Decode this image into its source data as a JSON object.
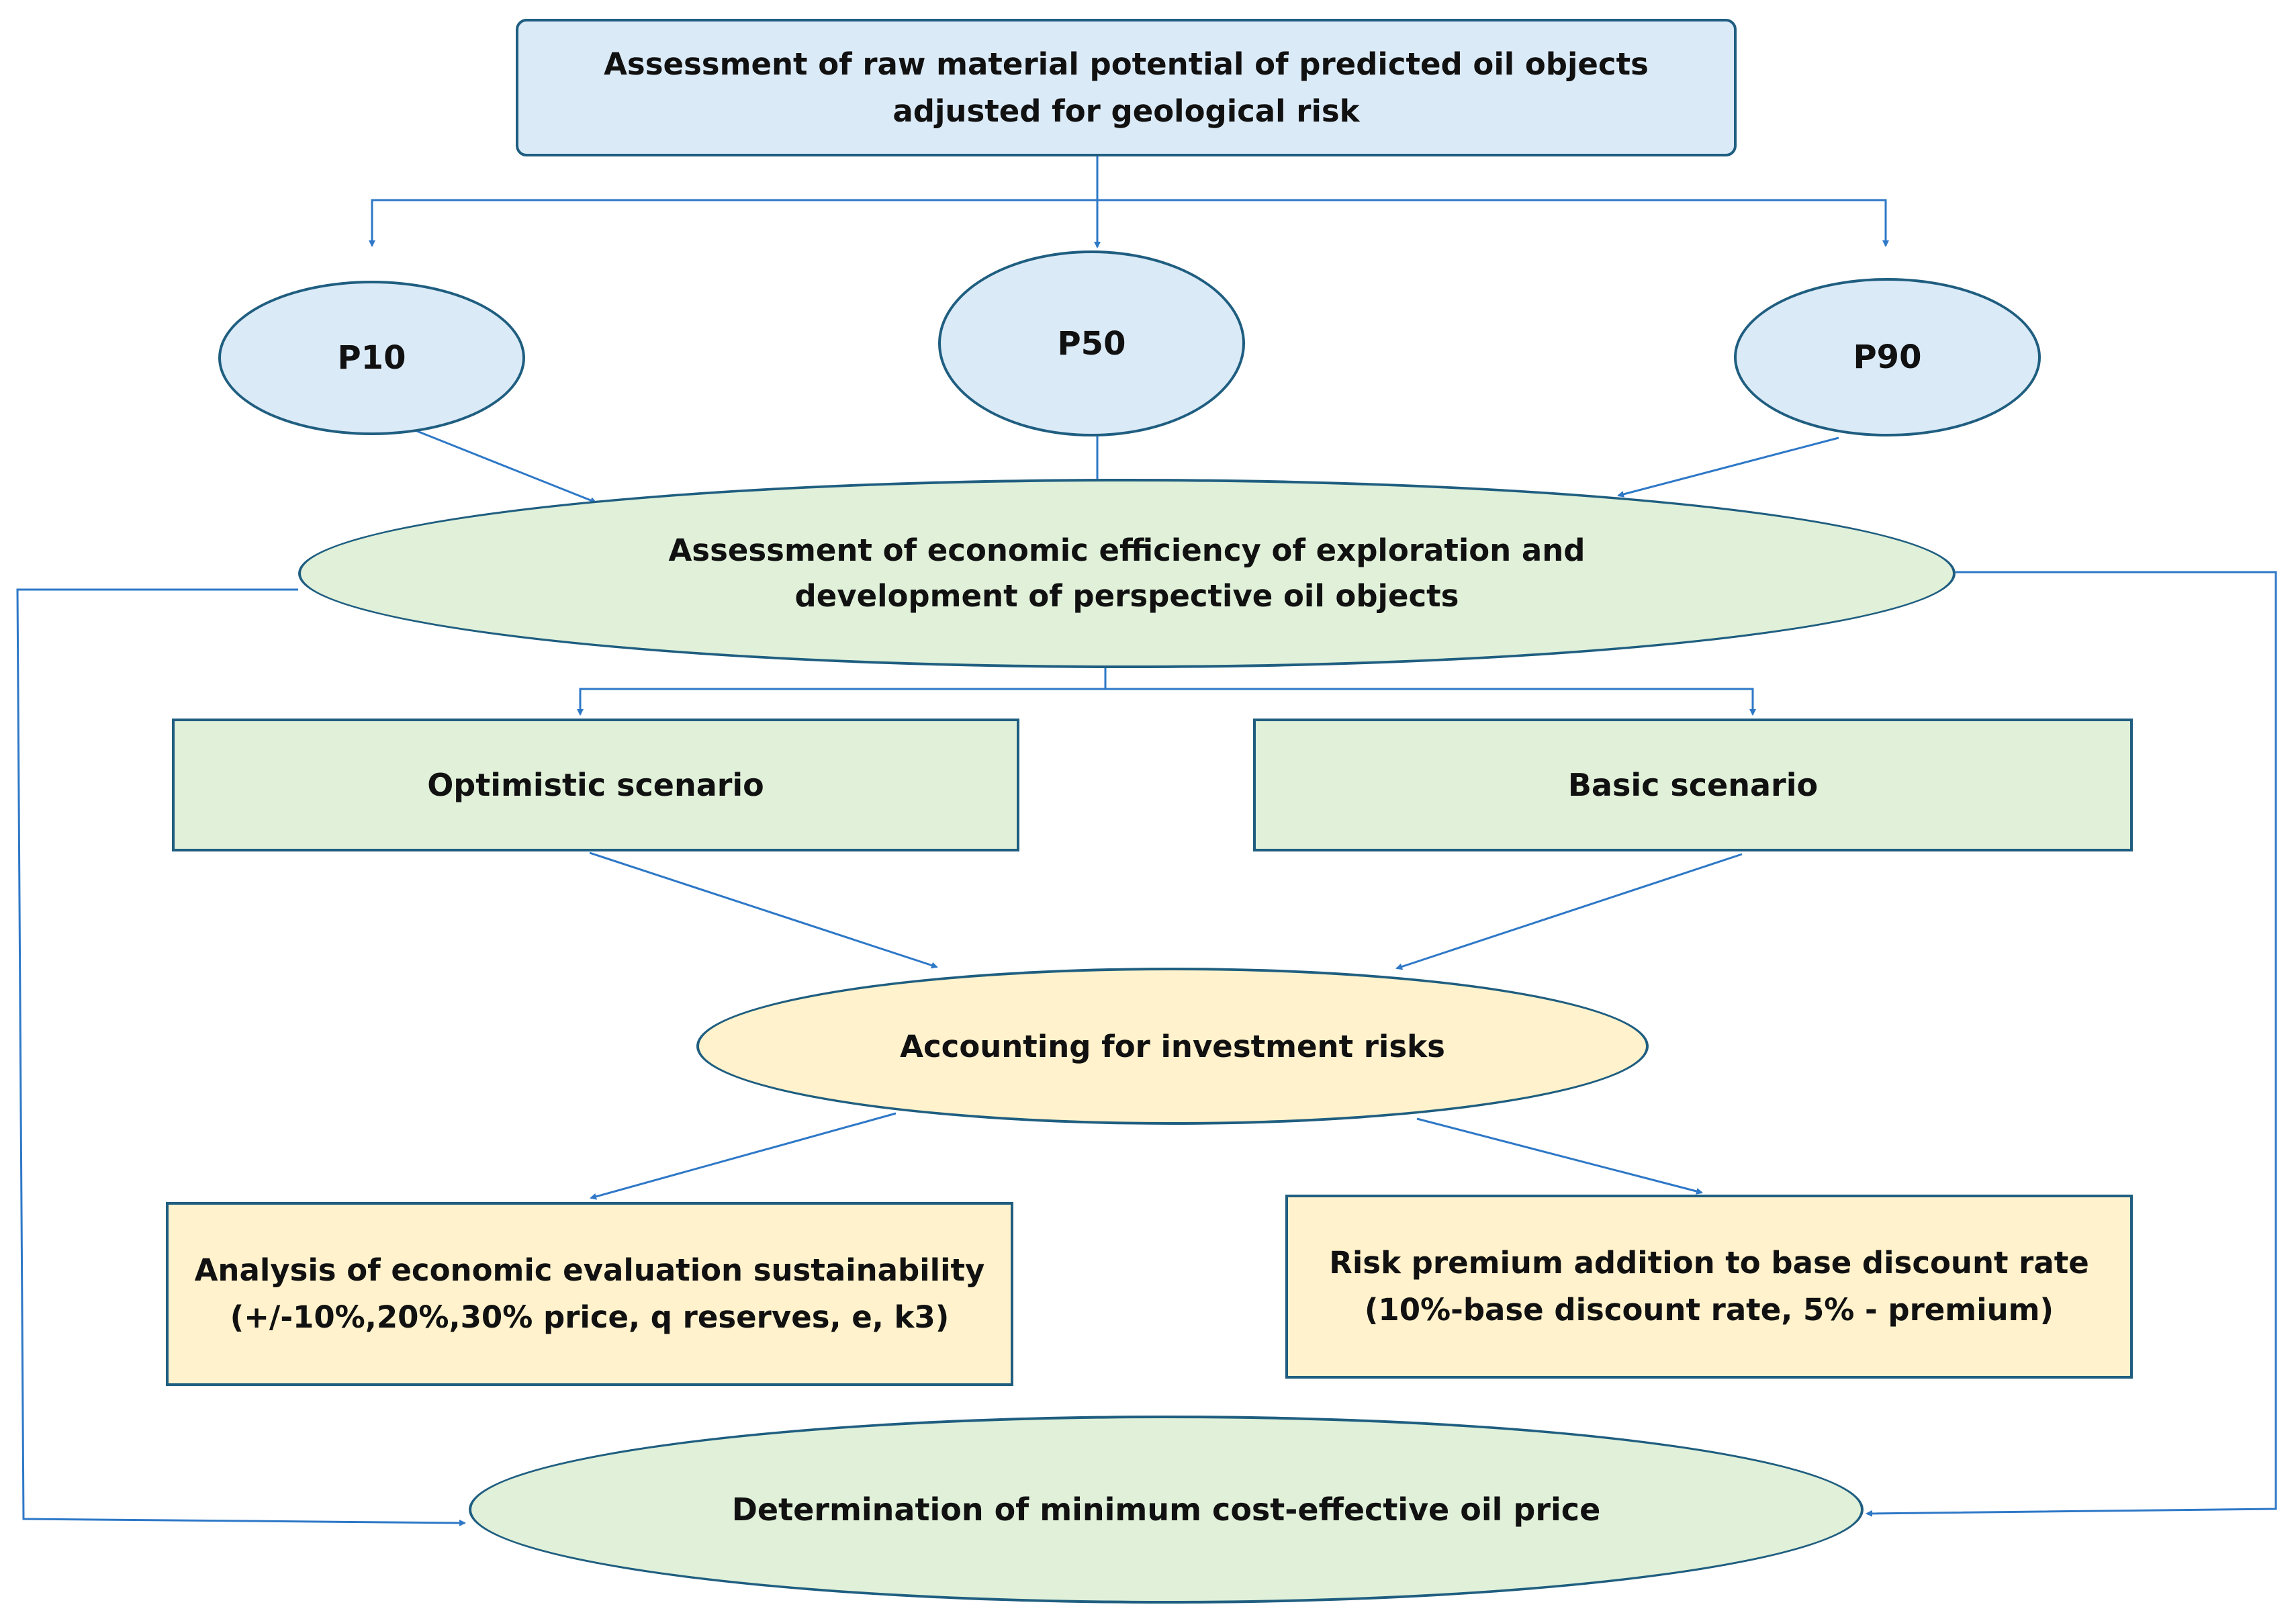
{
  "colors": {
    "blue_fill": "#dbeaf7",
    "green_fill": "#e0f0d9",
    "yellow_fill": "#fff2cc",
    "node_border": "#1f5e80",
    "arrow": "#2e78c7"
  },
  "nodes": {
    "top": {
      "line1": "Assessment of raw material potential of predicted oil objects",
      "line2": "adjusted for geological risk"
    },
    "p10": {
      "label": "P10"
    },
    "p50": {
      "label": "P50"
    },
    "p90": {
      "label": "P90"
    },
    "econ": {
      "line1": "Assessment of economic efficiency of exploration and",
      "line2": "development of perspective oil objects"
    },
    "optimistic": {
      "label": "Optimistic scenario"
    },
    "basic": {
      "label": "Basic scenario"
    },
    "risks": {
      "label": "Accounting for investment risks"
    },
    "analysis": {
      "line1": "Analysis of economic evaluation sustainability",
      "line2": "(+/-10%,20%,30% price, q reserves, e, k3)"
    },
    "premium": {
      "line1": "Risk premium addition to base discount rate",
      "line2": "(10%-base discount rate, 5% - premium)"
    },
    "final": {
      "label": "Determination of minimum cost-effective oil price"
    }
  }
}
